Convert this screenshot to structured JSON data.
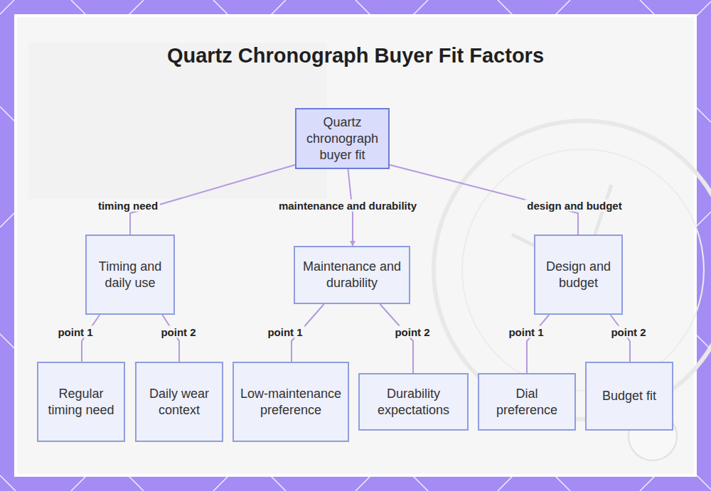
{
  "diagram": {
    "title": "Quartz Chronograph Buyer Fit Factors",
    "nodes": [
      {
        "text": [
          "Quartz chronograph buyer fit"
        ]
      },
      {
        "text": [
          "Timing and daily use"
        ]
      },
      {
        "text": [
          "Maintenance and durability"
        ]
      },
      {
        "text": [
          "Design and budget"
        ]
      },
      {
        "text": [
          "Regular timing need"
        ]
      },
      {
        "text": [
          "Daily wear context"
        ]
      },
      {
        "text": [
          "Low-maintenance preference"
        ]
      },
      {
        "text": [
          "Durability expectations"
        ]
      },
      {
        "text": [
          "Dial preference"
        ]
      },
      {
        "text": [
          "Budget fit"
        ]
      }
    ],
    "edges": [
      {
        "from": 0,
        "to": 1,
        "label": "timing need",
        "arrow": "none"
      },
      {
        "from": 0,
        "to": 2,
        "label": "maintenance and durability",
        "arrow": "to"
      },
      {
        "from": 0,
        "to": 3,
        "label": "design and budget",
        "arrow": "none"
      },
      {
        "from": 1,
        "to": 4,
        "label": "point 1",
        "arrow": "none"
      },
      {
        "from": 1,
        "to": 5,
        "label": "point 2",
        "arrow": "none"
      },
      {
        "from": 2,
        "to": 6,
        "label": "point 1",
        "arrow": "none"
      },
      {
        "from": 2,
        "to": 7,
        "label": "point 2",
        "arrow": "none"
      },
      {
        "from": 3,
        "to": 8,
        "label": "point 1",
        "arrow": "none"
      },
      {
        "from": 3,
        "to": 9,
        "label": "point 2",
        "arrow": "none"
      }
    ]
  }
}
